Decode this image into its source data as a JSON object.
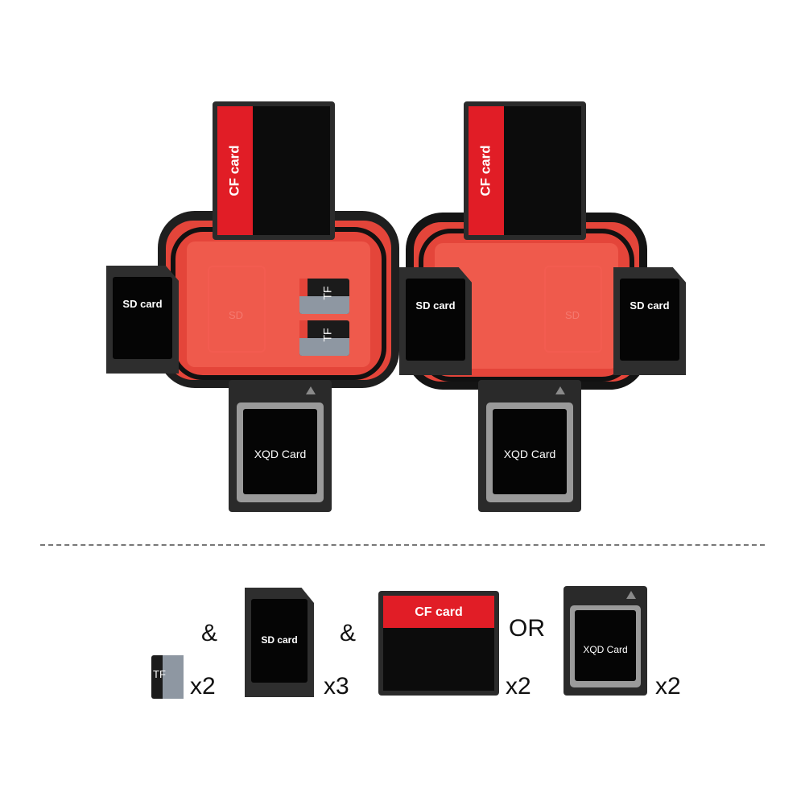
{
  "cards": {
    "cf_label": "CF card",
    "sd_label": "SD card",
    "xqd_label": "XQD Card",
    "tf_label": "TF"
  },
  "case_slot_labels": {
    "sd": "SD"
  },
  "legend": {
    "connector_and": "&",
    "connector_or": "OR",
    "tf_qty": "x2",
    "sd_qty": "x3",
    "cf_qty": "x2",
    "xqd_qty": "x2"
  },
  "colors": {
    "case_red": "#e4453a",
    "case_black": "#141414",
    "cf_stripe": "#e11d26",
    "card_body": "#2b2b2b"
  }
}
